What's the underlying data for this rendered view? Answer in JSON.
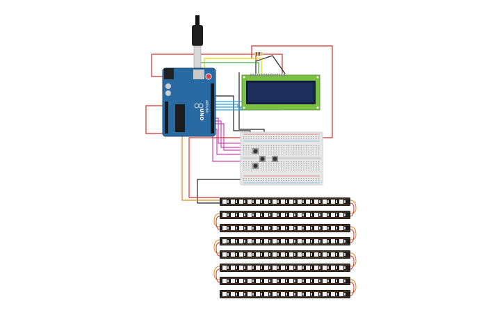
{
  "arduino": {
    "board_label": "UNO",
    "brand_label": "ARDUINO"
  },
  "lcd": {
    "rows": 2,
    "cols": 16
  },
  "strips": {
    "count": 8,
    "leds_per_strip": 15
  },
  "colors": {
    "wire_red": "#d32f2f",
    "wire_black": "#222222",
    "wire_yellow": "#e6d300",
    "wire_green": "#3fae49",
    "wire_blue": "#29a3e0",
    "wire_magenta": "#d43fb5",
    "wire_orange": "#e08a1e",
    "board_blue": "#2a6aa3",
    "lcd_green": "#7bc043",
    "lcd_screen": "#1d2f5a",
    "breadboard": "#e6e6e6",
    "strip_body": "#1a1a1a",
    "led": "#f2f2f2"
  }
}
